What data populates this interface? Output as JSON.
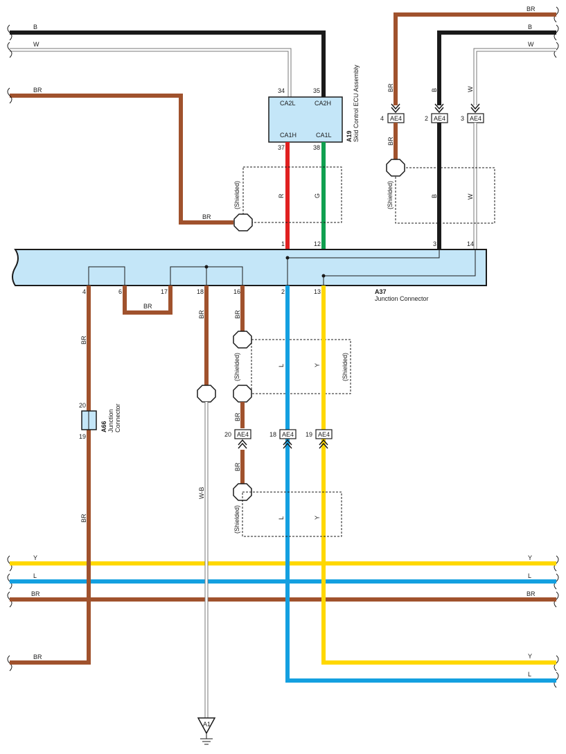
{
  "colors": {
    "BR": "#a0522d",
    "B": "#1a1a1a",
    "W": "#ffffff",
    "R": "#e02020",
    "G": "#10a050",
    "L": "#14a0e0",
    "Y": "#ffd800",
    "box_fill": "#c4e6f8"
  },
  "ecu": {
    "code": "A19",
    "name": "Skid Control ECU Assembly",
    "terminals": {
      "ca2l": "CA2L",
      "ca2h": "CA2H",
      "ca1h": "CA1H",
      "ca1l": "CA1L",
      "p34": "34",
      "p35": "35",
      "p37": "37",
      "p38": "38"
    }
  },
  "junction_a37": {
    "code": "A37",
    "name": "Junction Connector",
    "pins": {
      "p1": "1",
      "p12": "12",
      "p3": "3",
      "p14": "14",
      "p4": "4",
      "p6": "6",
      "p17": "17",
      "p18": "18",
      "p16": "16",
      "p2": "2",
      "p13": "13"
    }
  },
  "junction_a66": {
    "code": "A66",
    "name_line1": "Junction",
    "name_line2": "Connector",
    "pin_top": "20",
    "pin_bottom": "19"
  },
  "connector_ae4": {
    "code": "AE4",
    "top_pins": {
      "a": "4",
      "b": "2",
      "c": "3"
    },
    "bottom_pins": {
      "a": "20",
      "b": "18",
      "c": "19"
    }
  },
  "wire_labels": {
    "b": "B",
    "w": "W",
    "br": "BR",
    "r": "R",
    "g": "G",
    "l": "L",
    "y": "Y",
    "wb": "W-B"
  },
  "shielded": "(Shielded)",
  "ground": "A1"
}
